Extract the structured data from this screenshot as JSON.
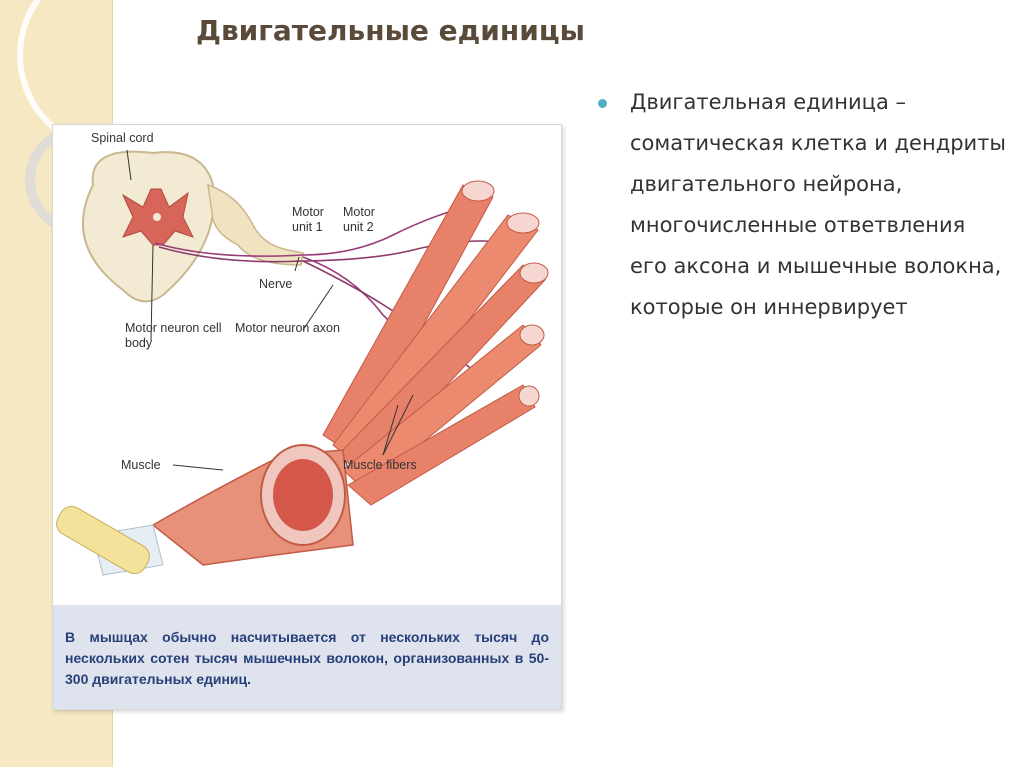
{
  "slide": {
    "title": "Двигательные единицы",
    "bullet": "Двигательная единица – соматическая клетка и дендриты двигательного нейрона, многочисленные ответвления его аксона и мышечные волокна, которые он иннервирует"
  },
  "figure": {
    "labels": {
      "spinal_cord": "Spinal cord",
      "motor_unit_1": "Motor unit 1",
      "motor_unit_2": "Motor unit 2",
      "nerve": "Nerve",
      "motor_neuron_cell_body": "Motor neuron cell body",
      "motor_neuron_axon": "Motor neuron axon",
      "muscle": "Muscle",
      "muscle_fibers": "Muscle fibers"
    },
    "caption": "В мышцах обычно насчитывается от нескольких тысяч до нескольких сотен тысяч мышечных волокон, организованных в 50-300 двигательных единиц."
  },
  "colors": {
    "title": "#5a4a3a",
    "bullet_marker": "#4fb0c6",
    "caption_bg": "#dfe3ee",
    "caption_text": "#27407a",
    "muscle": "#e8816a",
    "left_band": "#f6e8c3"
  }
}
